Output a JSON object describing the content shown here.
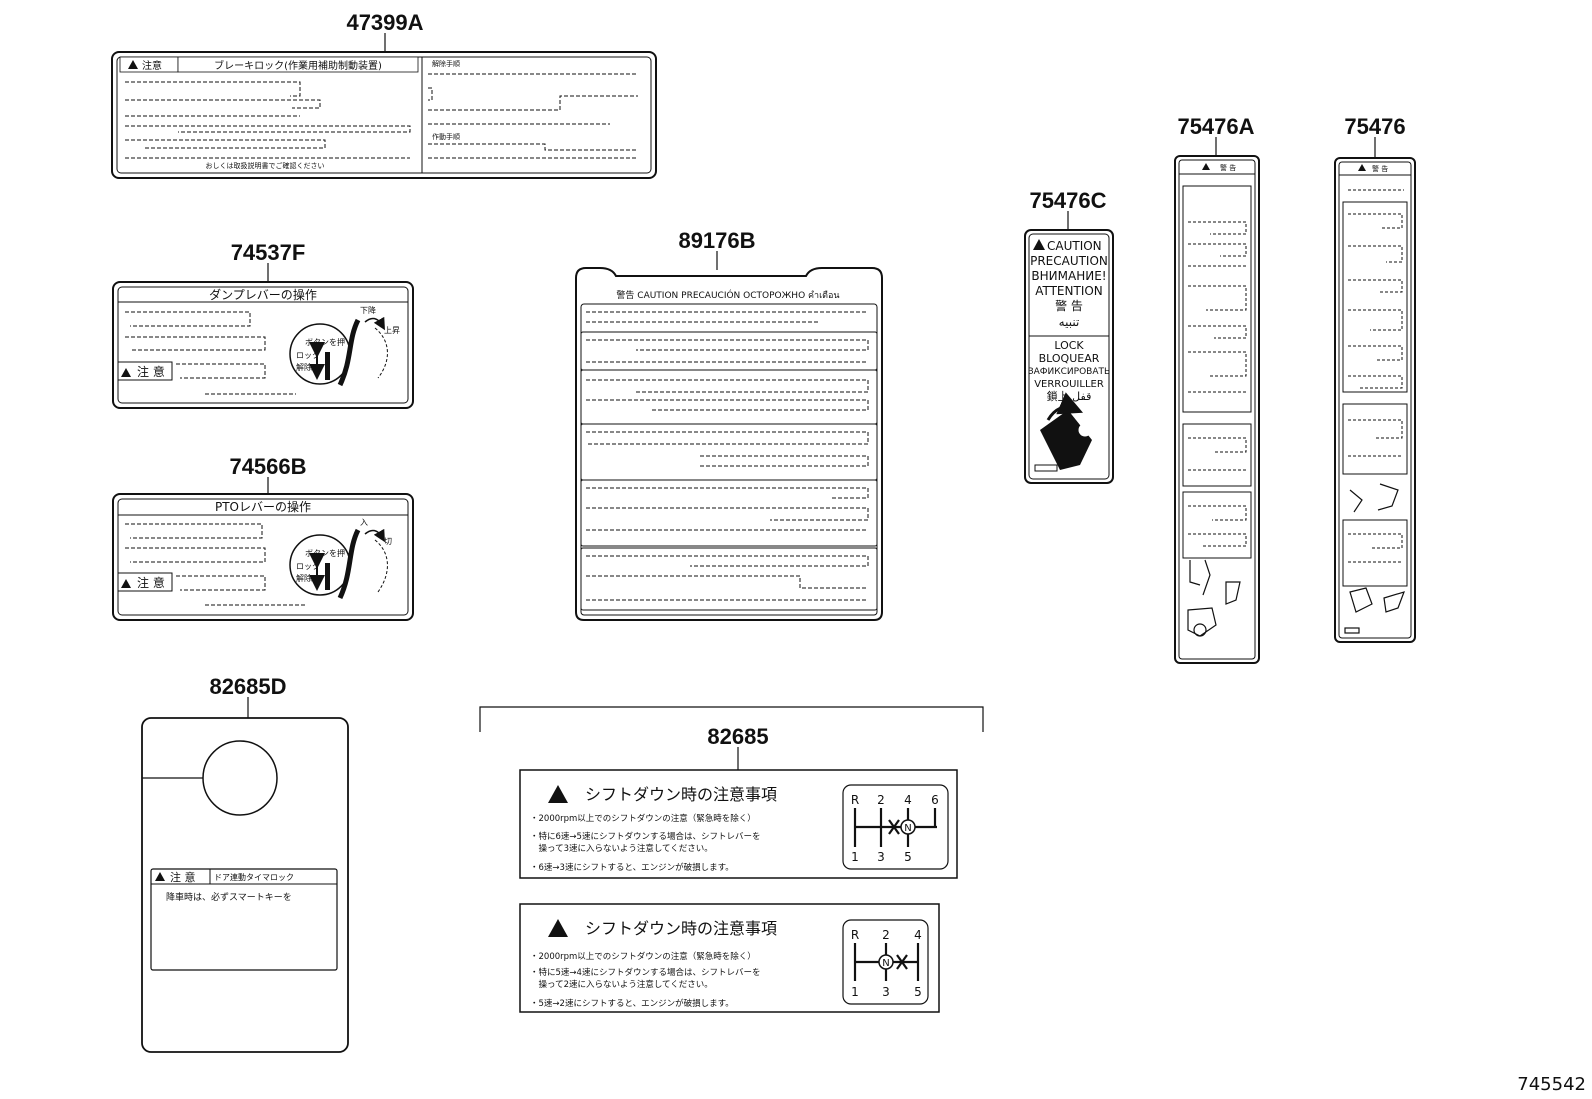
{
  "diagram": {
    "figure_number": "745542",
    "parts": [
      {
        "id": "47399A",
        "title_ja": "注意",
        "heading_ja": "ブレーキロック(作業用補助制動装置)",
        "right_heading_1": "解除手順",
        "right_heading_2": "作動手順",
        "footer_ja": "おしくは取扱説明書でご確認ください"
      },
      {
        "id": "74537F",
        "title_ja": "ダンプレバーの操作",
        "caution_ja": "注 意",
        "button_label": "ボタンを押",
        "lock_label": "ロック",
        "release_label": "解除",
        "up_label": "上昇",
        "down_label": "下降"
      },
      {
        "id": "74566B",
        "title_ja": "PTOレバーの操作",
        "caution_ja": "注 意",
        "button_label": "ボタンを押",
        "lock_label": "ロック",
        "release_label": "解除",
        "on_label": "入",
        "off_label": "切"
      },
      {
        "id": "89176B",
        "header": "警告   CAUTION  PRECAUCIÓN  OCTOPOЖНО  คำเตือน"
      },
      {
        "id": "75476C",
        "lines": [
          "CAUTION",
          "PRECAUTION",
          "ВНИМАНИЕ!",
          "ATTENTION",
          "警 告",
          "تنبيه"
        ],
        "lock_lines": [
          "LOCK",
          "BLOQUEAR",
          "ЗАФИКСИРОВАТЬ",
          "VERROUILLER",
          "鎖上 قفل"
        ]
      },
      {
        "id": "75476A",
        "title_ja": "警 告"
      },
      {
        "id": "75476",
        "title_ja": "警 告"
      },
      {
        "id": "82685D",
        "caution_ja": "注 意",
        "heading_ja": "ドア連動タイマロック",
        "body_ja": "降車時は、必ずスマートキーを"
      },
      {
        "id": "82685"
      }
    ],
    "shift_labels": [
      {
        "title": "シフトダウン時の注意事項",
        "lines": [
          "・2000rpm以上でのシフトダウンの注意（緊急時を除く）",
          "・特に6速→5速にシフトダウンする場合は、シフトレバーを",
          "　操って3速に入らないよう注意してください。",
          "・6速→3速にシフトすると、エンジンが破損します。"
        ],
        "gears_top": [
          "R",
          "2",
          "4",
          "6"
        ],
        "gears_bottom": [
          "1",
          "3",
          "5"
        ],
        "neutral": "N"
      },
      {
        "title": "シフトダウン時の注意事項",
        "lines": [
          "・2000rpm以上でのシフトダウンの注意（緊急時を除く）",
          "・特に5速→4速にシフトダウンする場合は、シフトレバーを",
          "　操って2速に入らないよう注意してください。",
          "・5速→2速にシフトすると、エンジンが破損します。"
        ],
        "gears_top": [
          "R",
          "2",
          "4"
        ],
        "gears_bottom": [
          "1",
          "3",
          "5"
        ],
        "neutral": "N"
      }
    ]
  }
}
